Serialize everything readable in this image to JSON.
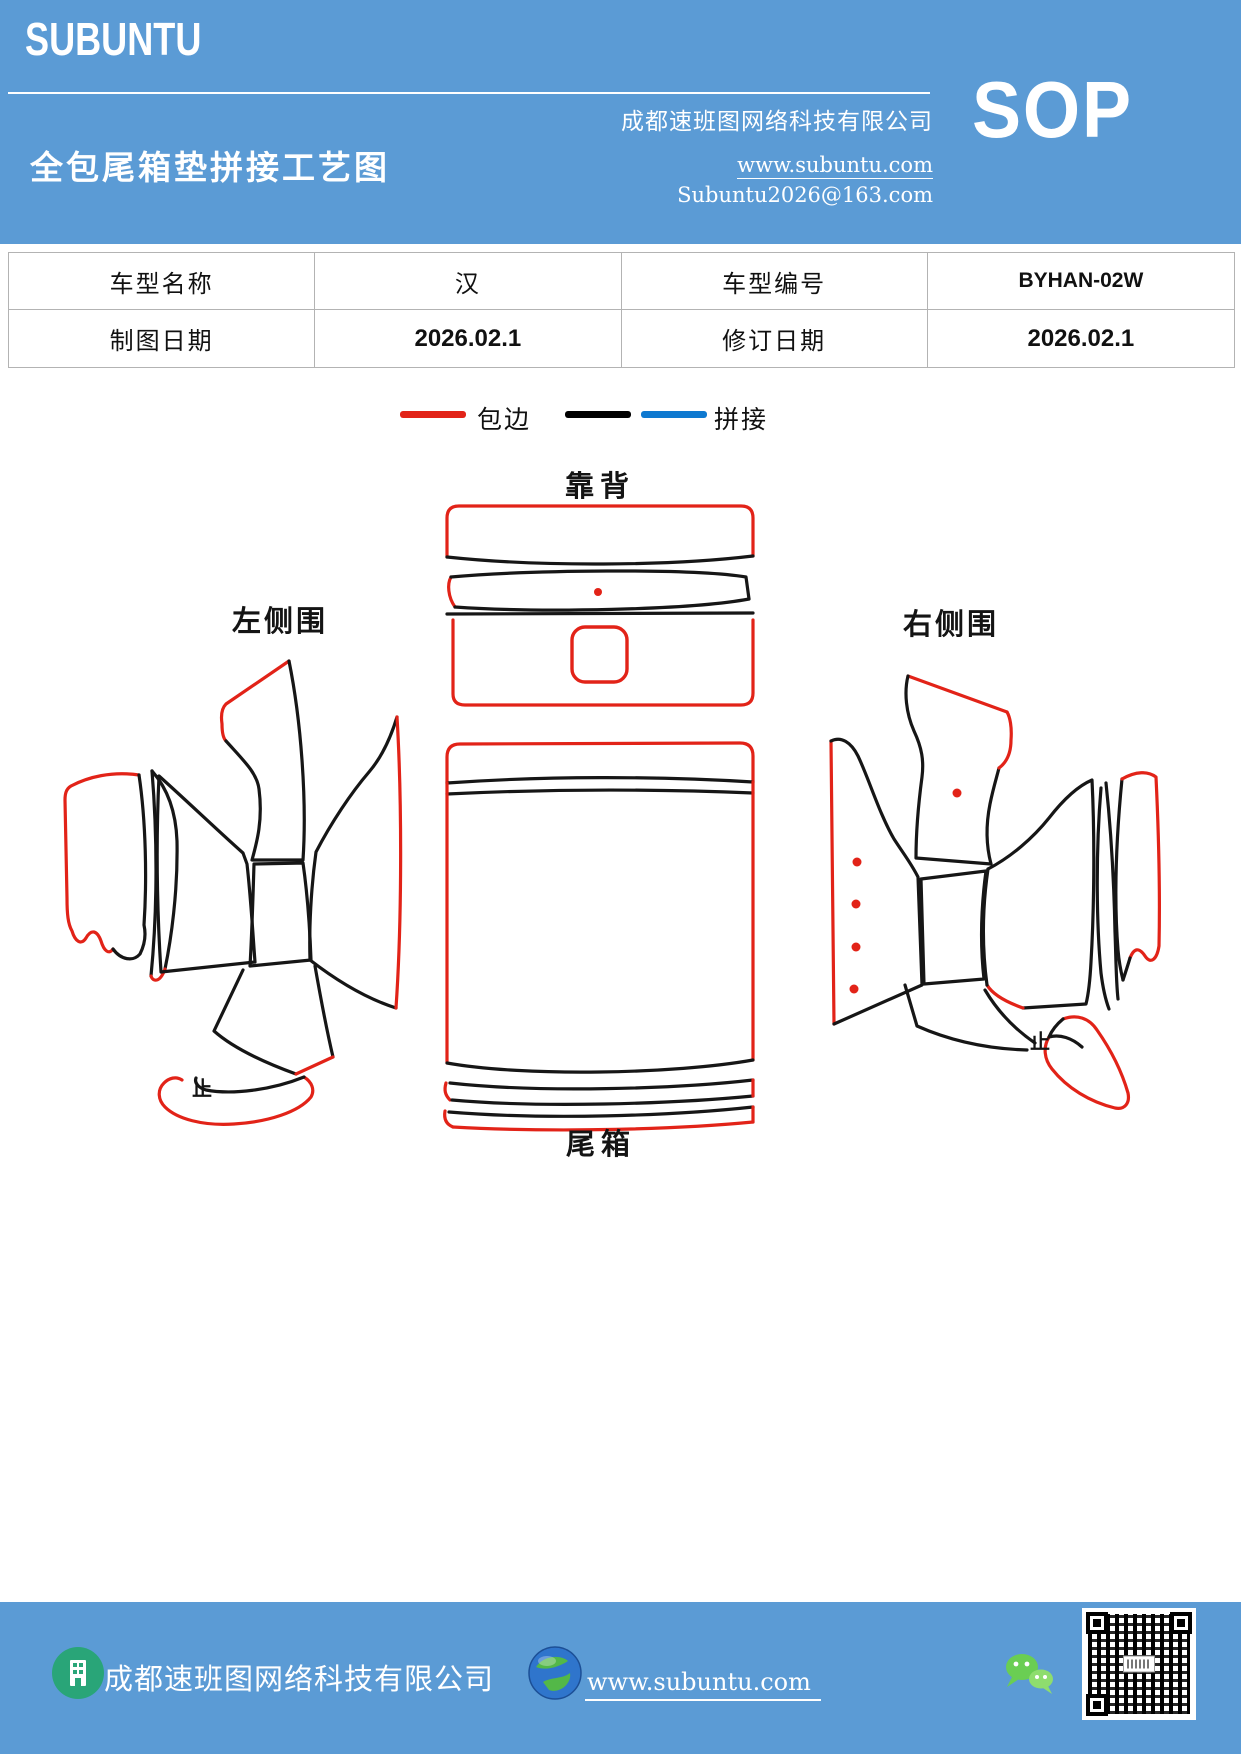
{
  "colors": {
    "blue": "#5b9bd5",
    "red": "#e22318",
    "ink": "#161616",
    "legendblue": "#0e79d0",
    "green": "#29a578",
    "wechat": "#6ace53",
    "tableline": "#b3b3b3"
  },
  "header": {
    "logo": "SUBUNTU",
    "company": "成都速班图网络科技有限公司",
    "title": "全包尾箱垫拼接工艺图",
    "website": "www.subuntu.com",
    "email": "Subuntu2026@163.com",
    "badge": "SOP"
  },
  "info_table": {
    "rows": [
      {
        "cells": [
          "车型名称",
          "汉",
          "车型编号",
          "BYHAN-02W"
        ]
      },
      {
        "cells": [
          "制图日期",
          "2026.02.1",
          "修订日期",
          "2026.02.1"
        ]
      }
    ]
  },
  "legend": {
    "wrap_label": "包边",
    "splice_label": "拼接"
  },
  "diagram": {
    "labels": {
      "backrest": "靠背",
      "left_side": "左侧围",
      "right_side": "右侧围",
      "trunk": "尾箱",
      "stop_left": "止",
      "stop_right": "止"
    }
  },
  "footer": {
    "company": "成都速班图网络科技有限公司",
    "website": "www.subuntu.com"
  },
  "icons": {
    "building": "building-icon",
    "globe": "globe-icon",
    "wechat": "wechat-bubbles-icon",
    "qr": "qr-code"
  }
}
